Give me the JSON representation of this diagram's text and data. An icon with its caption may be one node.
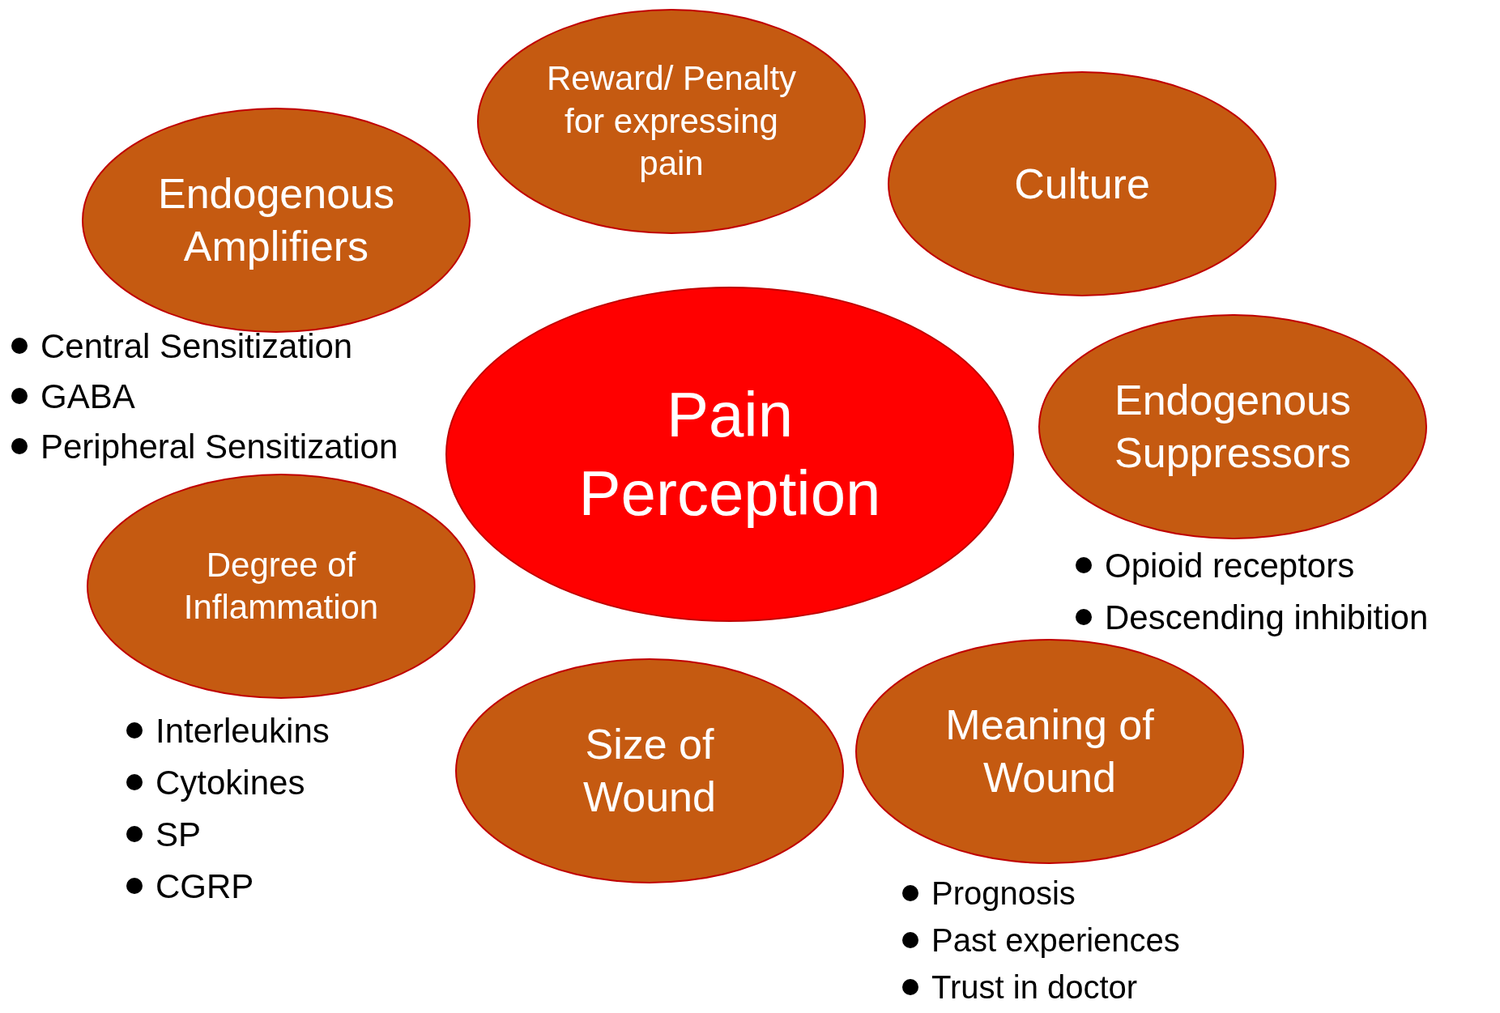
{
  "diagram": {
    "nodes": [
      {
        "text": [
          "Endogenous Amplifiers"
        ],
        "beside": [
          "Central Sensitization",
          "GABA",
          "Peripheral Sensitization"
        ]
      },
      {
        "text": [
          "Reward/ Penalty for expressing pain"
        ]
      },
      {
        "text": [
          "Culture"
        ]
      },
      {
        "text": [
          "Pain Perception"
        ]
      },
      {
        "text": [
          "Endogenous Suppressors"
        ],
        "beside": [
          "Opioid receptors",
          "Descending inhibition"
        ]
      },
      {
        "text": [
          "Degree of Inflammation"
        ],
        "beside": [
          "Interleukins",
          "Cytokines",
          "SP",
          "CGRP"
        ]
      },
      {
        "text": [
          "Size of Wound"
        ]
      },
      {
        "text": [
          "Meaning of Wound"
        ],
        "beside": [
          "Prognosis",
          "Past experiences",
          "Trust in doctor"
        ]
      }
    ]
  }
}
